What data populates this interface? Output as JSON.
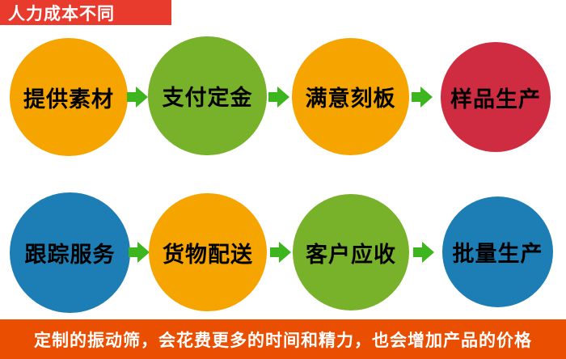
{
  "header": {
    "title": "人力成本不同"
  },
  "rows": [
    {
      "steps": [
        {
          "label": "提供素材",
          "color": "#f6a400"
        },
        {
          "label": "支付定金",
          "color": "#77b22a"
        },
        {
          "label": "满意刻板",
          "color": "#f6a400"
        },
        {
          "label": "样品生产",
          "color": "#cf2b41"
        }
      ]
    },
    {
      "steps": [
        {
          "label": "跟踪服务",
          "color": "#1d7eb5"
        },
        {
          "label": "货物配送",
          "color": "#f6a400"
        },
        {
          "label": "客户应收",
          "color": "#77b22a"
        },
        {
          "label": "批量生产",
          "color": "#1d7eb5"
        }
      ]
    }
  ],
  "footer": {
    "text": "定制的振动筛，会花费更多的时间和精力，也会增加产品的价格"
  },
  "colors": {
    "arrow": "#3cb51e",
    "banner": "#e93a2e",
    "banner_text": "#ffffff",
    "footer_bg": "#ea4e00",
    "footer_text": "#ffffff",
    "circle_text": "#000000"
  }
}
